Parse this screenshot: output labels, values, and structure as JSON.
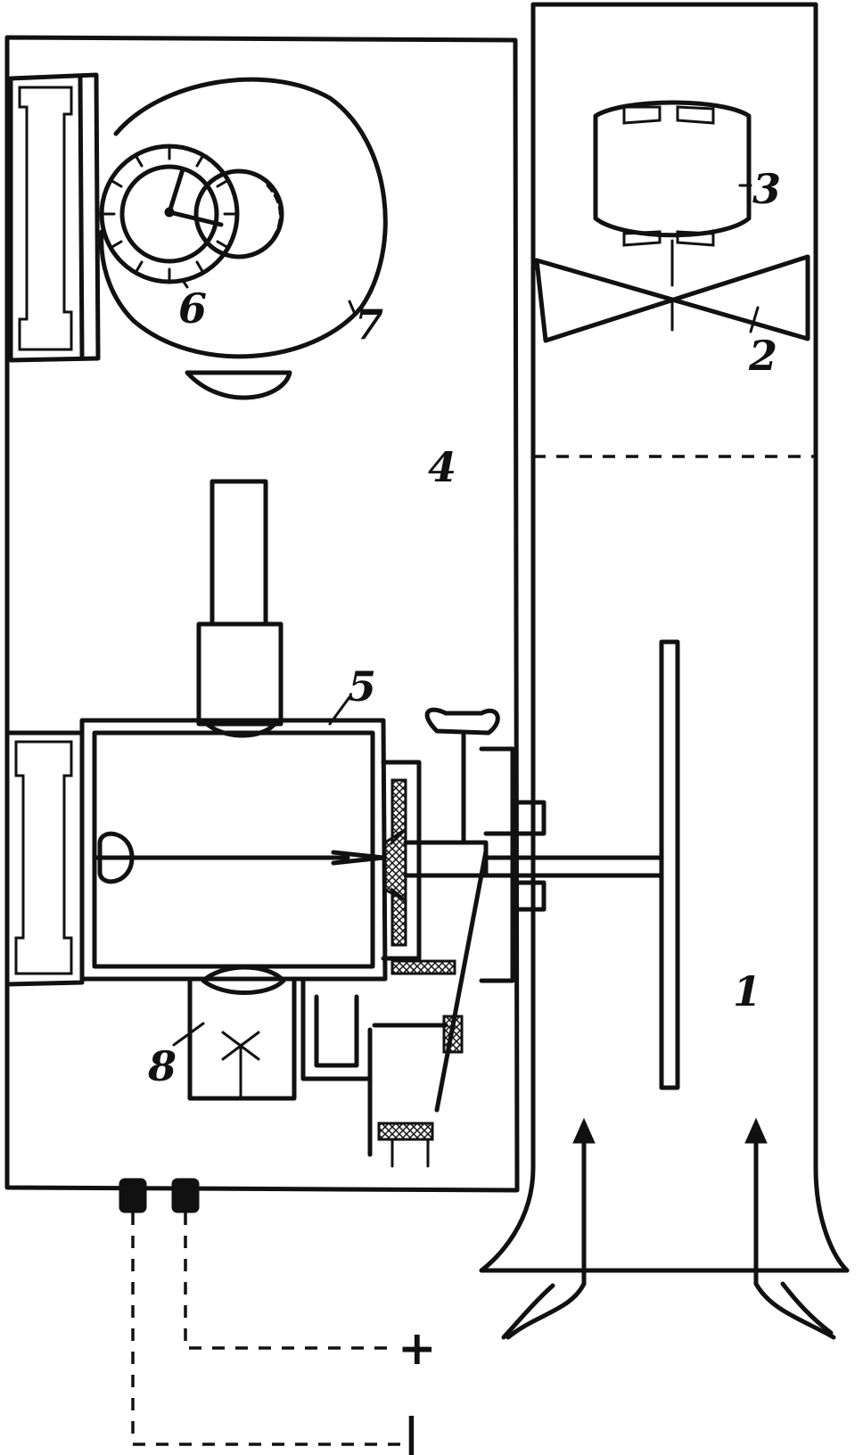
{
  "figure": {
    "labels": {
      "air_duct": "1",
      "fan": "2",
      "fan_motor": "3",
      "cabinet": "4",
      "ionization_chamber": "5",
      "clock": "6",
      "recording_drum": "7",
      "light_source": "8"
    },
    "terminals": {
      "positive": "+",
      "negative": "|"
    },
    "colors": {
      "ink": "#111111",
      "paper": "#ffffff"
    }
  }
}
